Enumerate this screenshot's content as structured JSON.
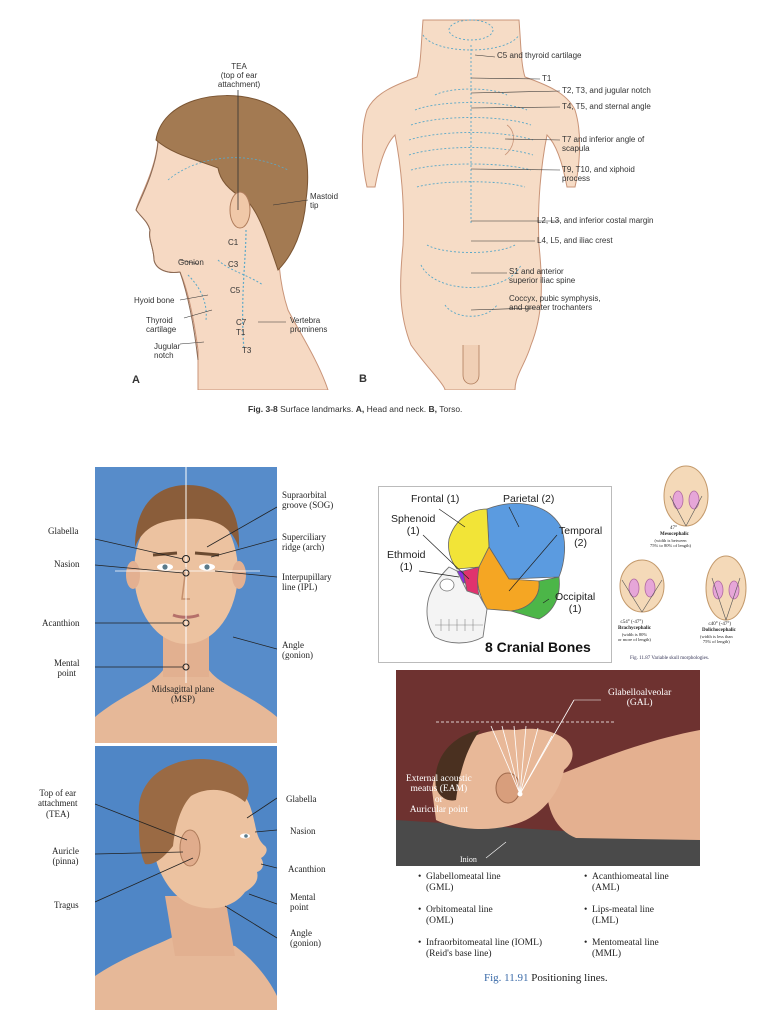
{
  "fig38": {
    "caption_num": "Fig. 3-8",
    "caption_text": "Surface landmarks.",
    "caption_a": "A,",
    "caption_a_text": "Head and neck.",
    "caption_b": "B,",
    "caption_b_text": "Torso.",
    "panel_a": {
      "letter": "A",
      "labels": {
        "tea": "TEA\n(top of ear\nattachment)",
        "mastoid": "Mastoid\ntip",
        "gonion": "Gonion",
        "hyoid": "Hyoid bone",
        "thyroid": "Thyroid\ncartilage",
        "jugular": "Jugular\nnotch",
        "vertebra": "Vertebra\nprominens",
        "c1": "C1",
        "c3": "C3",
        "c5": "C5",
        "c7": "C7",
        "t1": "T1",
        "t3": "T3"
      }
    },
    "panel_b": {
      "letter": "B",
      "labels": [
        "C5 and thyroid cartilage",
        "T1",
        "T2, T3, and jugular notch",
        "T4, T5, and sternal angle",
        "T7 and inferior angle of scapula",
        "T9, T10, and xiphoid process",
        "L2, L3, and inferior costal margin",
        "L4, L5, and iliac crest",
        "S1 and anterior\nsuperior iliac spine",
        "Coccyx, pubic symphysis,\nand greater trochanters"
      ]
    }
  },
  "front_face": {
    "left_labels": [
      "Glabella",
      "Nasion",
      "Acanthion",
      "Mental\npoint"
    ],
    "right_labels": [
      "Supraorbital\ngroove (SOG)",
      "Superciliary\nridge (arch)",
      "Interpupillary\nline (IPL)",
      "Angle\n(gonion)"
    ],
    "bottom_label": "Midsagittal plane\n(MSP)"
  },
  "side_face": {
    "left_labels": [
      "Top of ear\nattachment\n(TEA)",
      "Auricle\n(pinna)",
      "Tragus"
    ],
    "right_labels": [
      "Glabella",
      "Nasion",
      "Acanthion",
      "Mental\npoint",
      "Angle\n(gonion)"
    ]
  },
  "cranial": {
    "title": "8 Cranial Bones",
    "labels": {
      "frontal": "Frontal (1)",
      "parietal": "Parietal (2)",
      "sphenoid": "Sphenoid\n(1)",
      "temporal": "Temporal\n(2)",
      "ethmoid": "Ethmoid\n(1)",
      "occipital": "Occipital\n(1)"
    },
    "colors": {
      "frontal": "#f2e437",
      "parietal": "#5b9be0",
      "temporal": "#f5a623",
      "occipital": "#4cb648",
      "sphenoid": "#e0336e",
      "ethmoid": "#8a2be2"
    }
  },
  "skull_morph": {
    "caption": "Fig. 11.87 Variable skull morphologies.",
    "top": {
      "angle": "47°",
      "name": "Mesocephalic",
      "desc": "(width is between\n75% to 80% of length)"
    },
    "left": {
      "angle": "≤54° (-47°)",
      "name": "Brachycephalic",
      "desc": "(width is 80%\nor more of length)"
    },
    "right": {
      "angle": "≤40° (-47°)",
      "name": "Dolichocephalic",
      "desc": "(width is less than\n75% of length)"
    }
  },
  "positioning": {
    "labels": {
      "gal": "Glabelloalveolar\n(GAL)",
      "eam": "External acoustic\nmeatus (EAM)\nor\nAuricular point",
      "inion": "Inion"
    },
    "bullets_left": [
      "Glabellomeatal line\n(GML)",
      "Orbitomeatal line\n(OML)",
      "Infraorbitomeatal line (IOML)\n(Reid's base line)"
    ],
    "bullets_right": [
      "Acanthiomeatal line\n(AML)",
      "Lips-meatal line\n(LML)",
      "Mentomeatal line\n(MML)"
    ],
    "bullet_symbol": "•",
    "caption_num": "Fig. 11.91",
    "caption_text": "Positioning lines."
  }
}
